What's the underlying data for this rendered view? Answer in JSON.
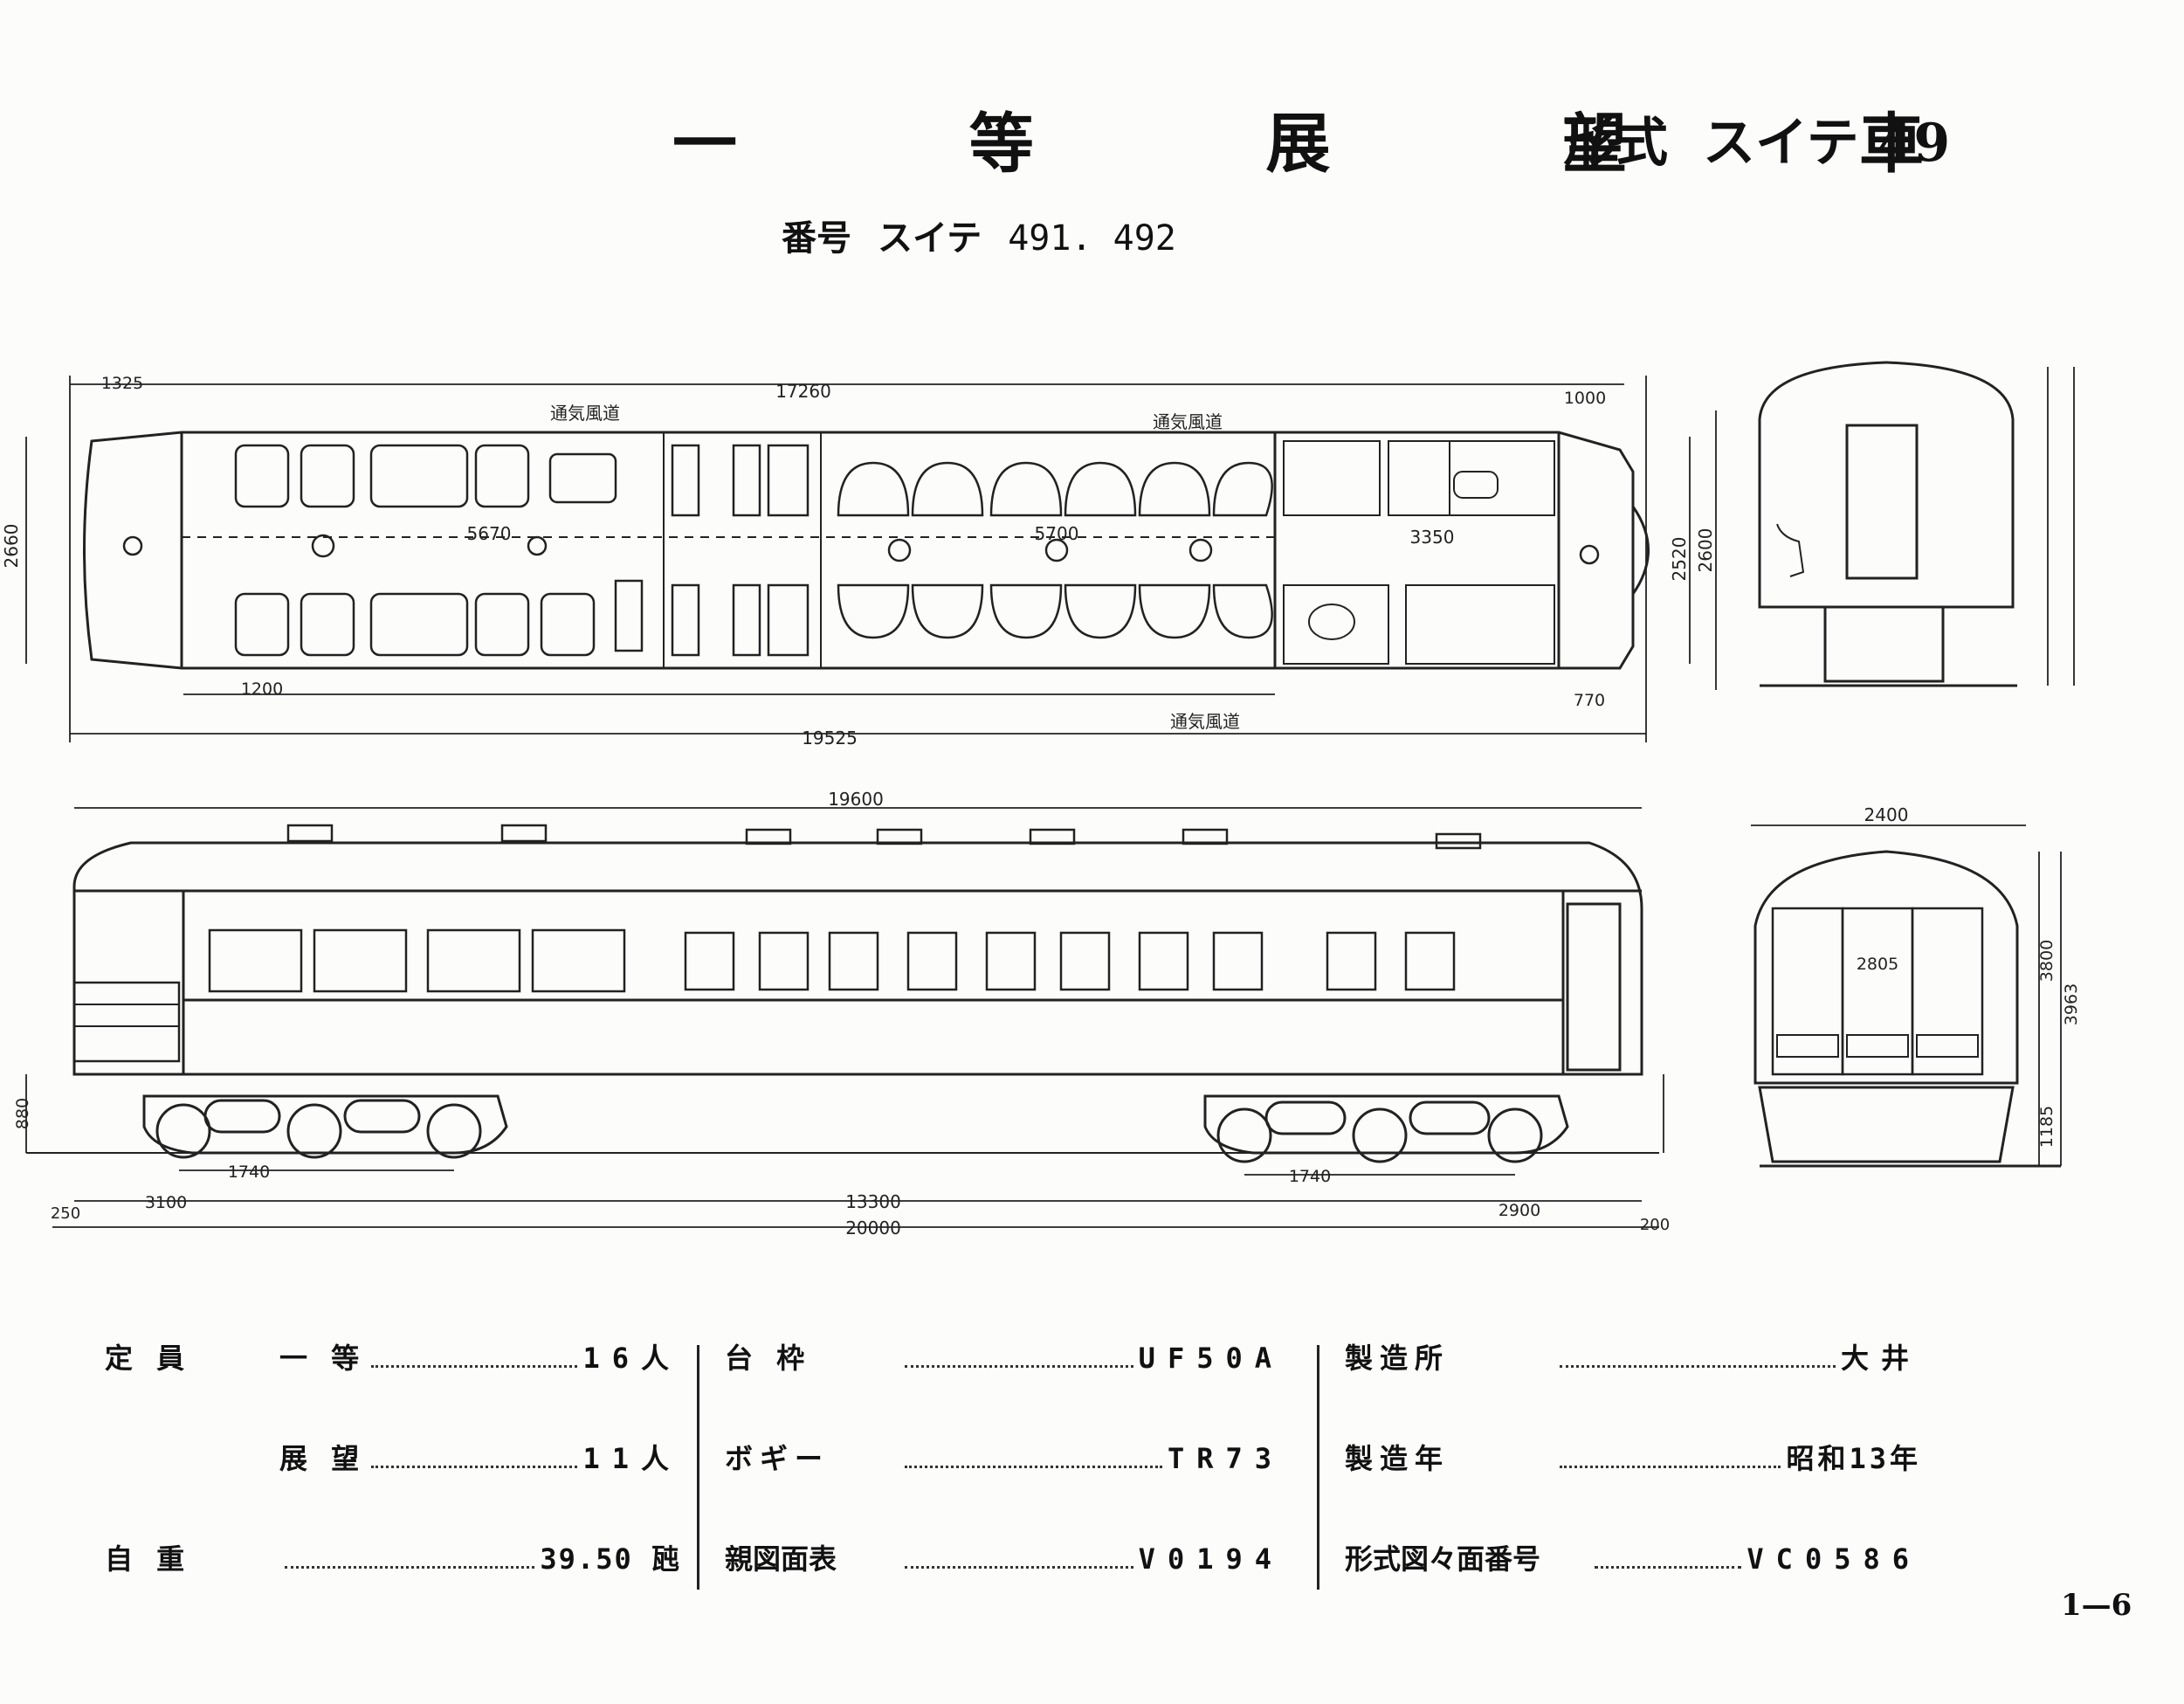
{
  "header": {
    "title": "一 等 展 望 車",
    "model_label": "形式",
    "model_value": "スイテ 49",
    "number_label": "番号",
    "number_prefix": "スイテ",
    "number_value": "491. 492"
  },
  "plan_view": {
    "overall_length": "17260",
    "wheelbase_total": "19525",
    "room_label_a": "5670",
    "room_label_b": "5700",
    "dim_left": "3350",
    "width_left": "2660",
    "width_right": "2520",
    "width_right2": "2600",
    "seat_pitch": "1200",
    "left_end": "1325",
    "right_end": "1000",
    "right_seg": "770",
    "corridor_labels": [
      "通気風道",
      "通気風道",
      "通気風道"
    ]
  },
  "side_view": {
    "car_length": "19600",
    "bogie_spacing": "13300",
    "overall": "20000",
    "bogie_wheelbase": "1740",
    "left_overhang": "3100",
    "right_overhang": "2900",
    "height_rail": "880",
    "coupler": "250",
    "end_gap": "200"
  },
  "end_views": {
    "width_top": "2400",
    "inner_width": "2805",
    "height_a": "3800",
    "height_b": "3963",
    "bottom_a": "1185"
  },
  "specs": {
    "capacity_label": "定 員",
    "first_class_label": "一 等",
    "first_class_value": "16人",
    "observation_label": "展 望",
    "observation_value": "11人",
    "weight_label": "自 重",
    "weight_value": "39.50 瓲",
    "frame_label": "台 枠",
    "frame_value": "UF50A",
    "bogie_label": "ボギー",
    "bogie_value": "TR73",
    "drawing_table_label": "親図面表",
    "drawing_table_value": "V0194",
    "maker_label": "製造所",
    "maker_value": "大井",
    "year_label": "製造年",
    "year_value": "昭和13年",
    "form_drawing_label": "形式図々面番号",
    "form_drawing_value": "VC0586"
  },
  "page_number": "1—6"
}
